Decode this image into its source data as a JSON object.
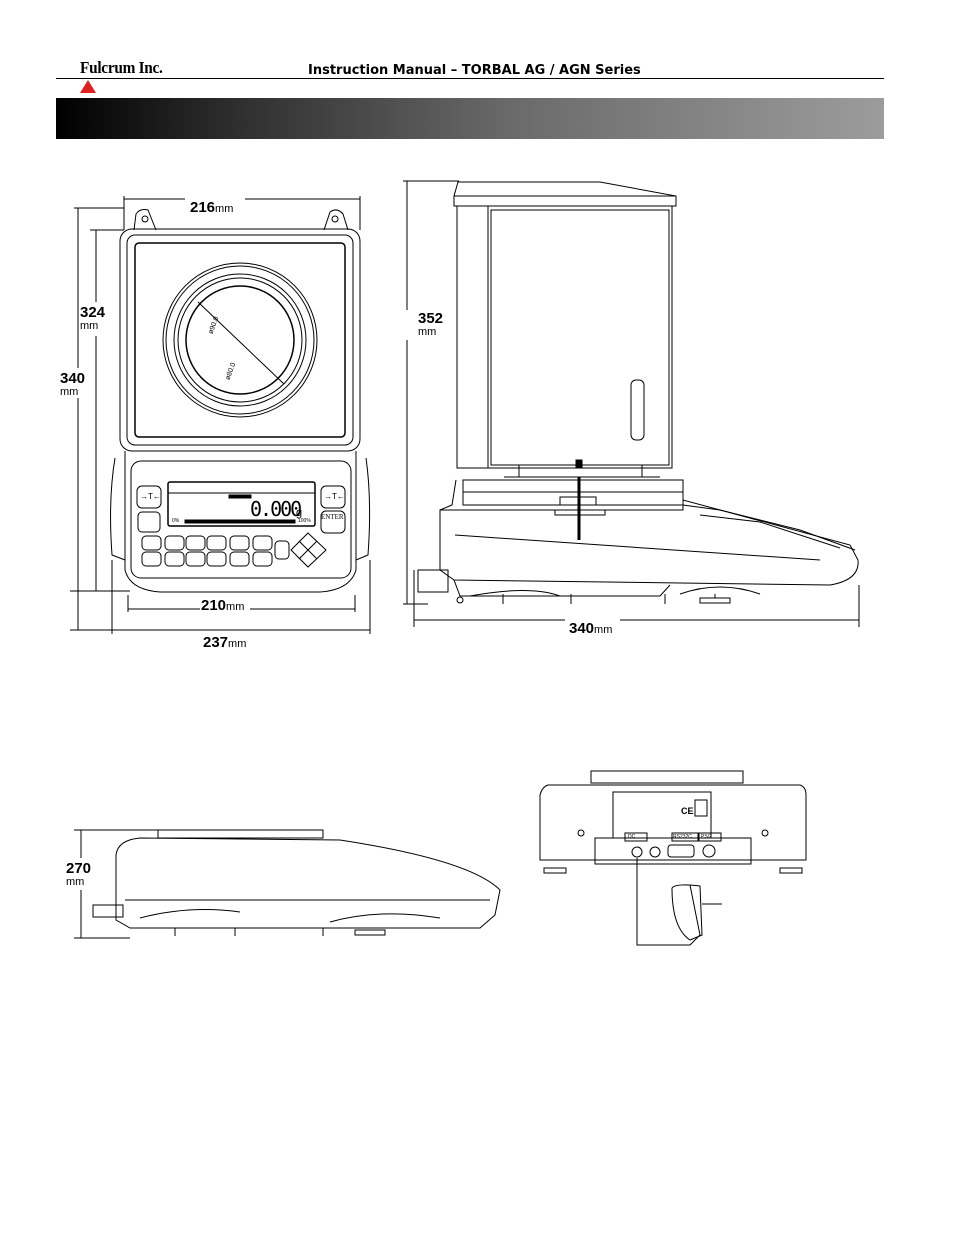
{
  "header": {
    "logo_text": "Fulcrum Inc.",
    "title": "Instruction Manual – TORBAL AG / AGN Series"
  },
  "colors": {
    "logo_triangle": "#e02020",
    "banner_start": "#000000",
    "banner_end": "#9c9c9c"
  },
  "front_view": {
    "dim_top_width": "216",
    "dim_top_unit": "mm",
    "dim_pan_height": "324",
    "dim_pan_height_unit": "mm",
    "dim_total_height": "340",
    "dim_total_height_unit": "mm",
    "dim_base_width": "210",
    "dim_base_width_unit": "mm",
    "dim_total_width": "237",
    "dim_total_width_unit": "mm",
    "pan_diameter": "ø90.0",
    "inner_diameter": "ø80.0",
    "display_reading": "0.000",
    "display_unit": "g",
    "enter_key": "ENTER",
    "tare_key": "→T←",
    "bar_min": "0%",
    "bar_max": "100%"
  },
  "side_view": {
    "dim_height": "352",
    "dim_height_unit": "mm",
    "dim_depth": "340",
    "dim_depth_unit": "mm"
  },
  "low_side_view": {
    "dim_height": "270",
    "dim_height_unit": "mm"
  },
  "rear_view": {
    "port_dc": "DC",
    "port_rs232": "RS232C",
    "port_ps2": "PS/2",
    "ce_mark": "CE"
  }
}
